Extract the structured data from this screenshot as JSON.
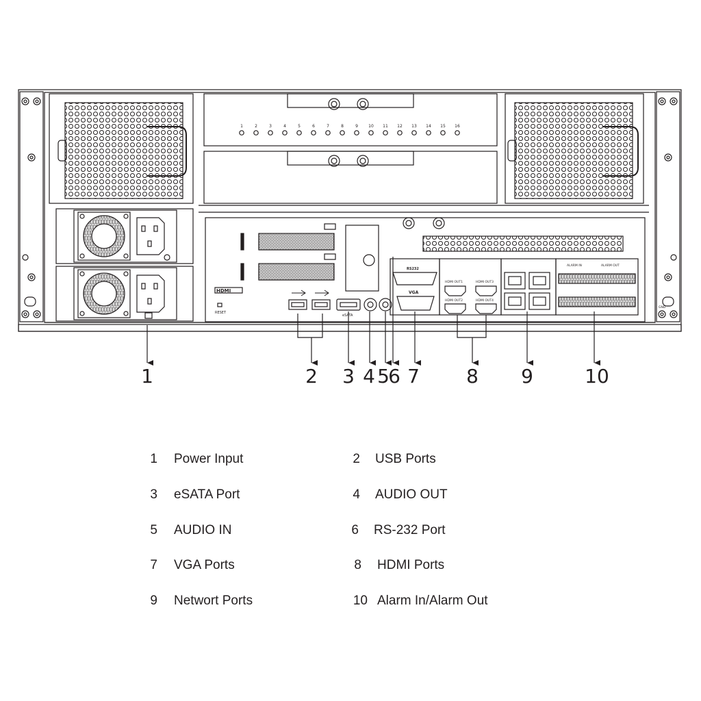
{
  "panel": {
    "hdd_bay_numbers": [
      "1",
      "2",
      "3",
      "4",
      "5",
      "6",
      "7",
      "8",
      "9",
      "10",
      "11",
      "12",
      "13",
      "14",
      "15",
      "16"
    ],
    "hdmi_logo": "HDMI",
    "reset_label": "RESET",
    "esata_label": "eSATA",
    "rs232_label": "RS232",
    "vga_label": "VGA",
    "hdmi_out": [
      "HDMI OUT1",
      "HDMI OUT3",
      "HDMI OUT2",
      "HDMI OUT4"
    ],
    "alarm_in_label": "ALARM IN",
    "alarm_out_label": "ALARM OUT",
    "ground_label": "GND"
  },
  "callouts": [
    "1",
    "2",
    "3",
    "4",
    "5",
    "6",
    "7",
    "8",
    "9",
    "10"
  ],
  "legend": [
    {
      "num": "1",
      "label": "Power Input"
    },
    {
      "num": "2",
      "label": "USB Ports"
    },
    {
      "num": "3",
      "label": "eSATA Port"
    },
    {
      "num": "4",
      "label": "AUDIO OUT"
    },
    {
      "num": "5",
      "label": "AUDIO IN"
    },
    {
      "num": "6",
      "label": "RS-232 Port"
    },
    {
      "num": "7",
      "label": "VGA Ports"
    },
    {
      "num": "8",
      "label": "HDMI Ports"
    },
    {
      "num": "9",
      "label": "Networt Ports"
    },
    {
      "num": "10",
      "label": "Alarm In/Alarm Out"
    }
  ],
  "colors": {
    "line": "#231f20",
    "background": "#ffffff"
  }
}
